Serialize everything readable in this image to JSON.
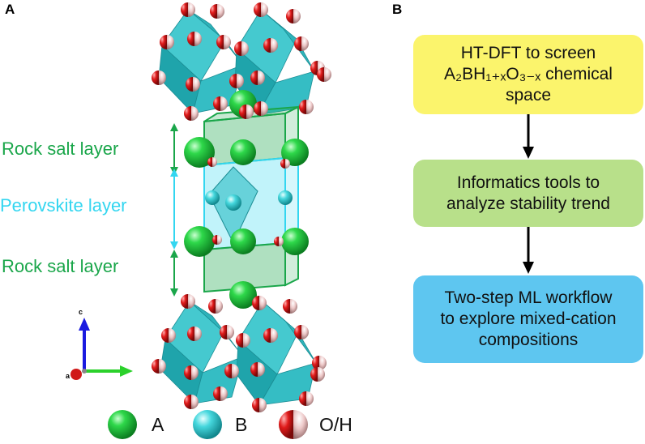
{
  "panels": {
    "a": "A",
    "b": "B"
  },
  "colors": {
    "rock_salt": "#1aa64a",
    "perovskite": "#33d6f0",
    "atom_a": "#1fc43a",
    "atom_b": "#3fd0d8",
    "octahedron": "#2bbcc4",
    "oxygen": "#e3161c",
    "hydrogen": "#e9c4c4",
    "box_yellow": "#fbf46c",
    "box_green": "#b8e08a",
    "box_blue": "#5ec6f0",
    "axis_c": "#1a1ae0",
    "axis_b": "#2bd12b",
    "axis_a": "#d01818"
  },
  "layers": {
    "rock_salt_top": "Rock salt layer",
    "perovskite": "Perovskite layer",
    "rock_salt_bottom": "Rock salt layer"
  },
  "axes": {
    "c": "c",
    "a": "a"
  },
  "flow": {
    "step1": {
      "prefix": "HT-DFT to screen",
      "formula": "A₂BH₁₊ₓO₃₋ₓ chemical",
      "suffix": "space"
    },
    "step2": {
      "line1": "Informatics tools to",
      "line2": "analyze stability trend"
    },
    "step3": {
      "line1": "Two-step ML workflow",
      "line2": "to explore mixed-cation",
      "line3": "compositions"
    }
  },
  "legend": {
    "a": "A",
    "b": "B",
    "oh": "O/H"
  }
}
